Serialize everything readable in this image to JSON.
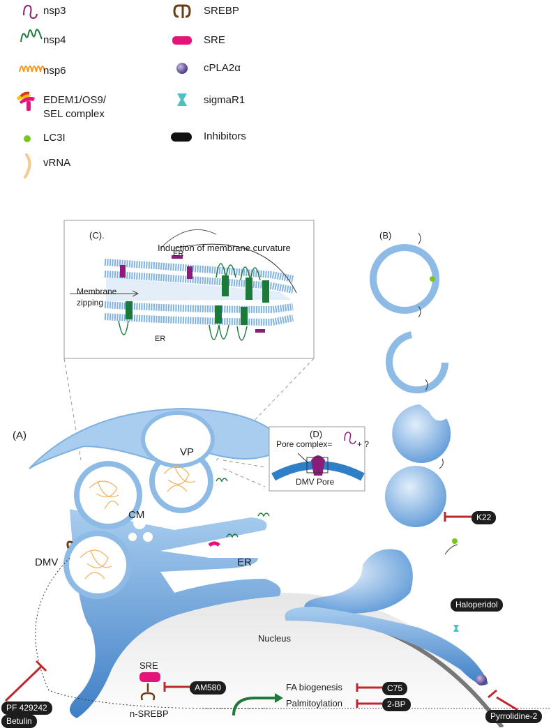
{
  "legend": {
    "nsp3": "nsp3",
    "nsp4": "nsp4",
    "nsp6": "nsp6",
    "edem": "EDEM1/OS9/\nSEL complex",
    "lc3": "LC3I",
    "vrna": "vRNA",
    "srebp": "SREBP",
    "sre": "SRE",
    "cpla2": "cPLA2α",
    "sigmar1": "sigmaR1",
    "inhibitors": "Inhibitors"
  },
  "panel_c": {
    "label": "(C).",
    "curvature": "Induction of membrane curvature",
    "er_top": "ER",
    "er_bottom": "ER",
    "zipping": "Membrane\nzipping"
  },
  "panel_a": {
    "label": "(A)",
    "vp": "VP",
    "cm": "CM",
    "dmv": "DMV",
    "er": "ER",
    "nucleus": "Nucleus",
    "sre": "SRE",
    "nsrebp": "n-SREBP",
    "fa": "FA biogenesis",
    "palm": "Palmitoylation"
  },
  "panel_b": {
    "label": "(B)"
  },
  "panel_d": {
    "label": "(D)",
    "pore_complex": "Pore complex=",
    "pore_q": "+ ?",
    "dmv_pore": "DMV Pore"
  },
  "inhibitors": {
    "k22": "K22",
    "haloperidol": "Haloperidol",
    "pyrrolidine": "Pyrrolidine-2",
    "am580": "AM580",
    "c75": "C75",
    "bp2": "2-BP",
    "pf": "PF 429242",
    "betulin": "Betulin"
  },
  "colors": {
    "membrane": "#8fbbe6",
    "membrane_dark": "#3f86cf",
    "nsp3": "#8a1d7a",
    "nsp4": "#1b7a3a",
    "nsp6": "#f39a1e",
    "sre": "#e3147a",
    "srebp": "#6b3b12",
    "lc3": "#7cc520",
    "inhibitor_line": "#c0272d"
  }
}
